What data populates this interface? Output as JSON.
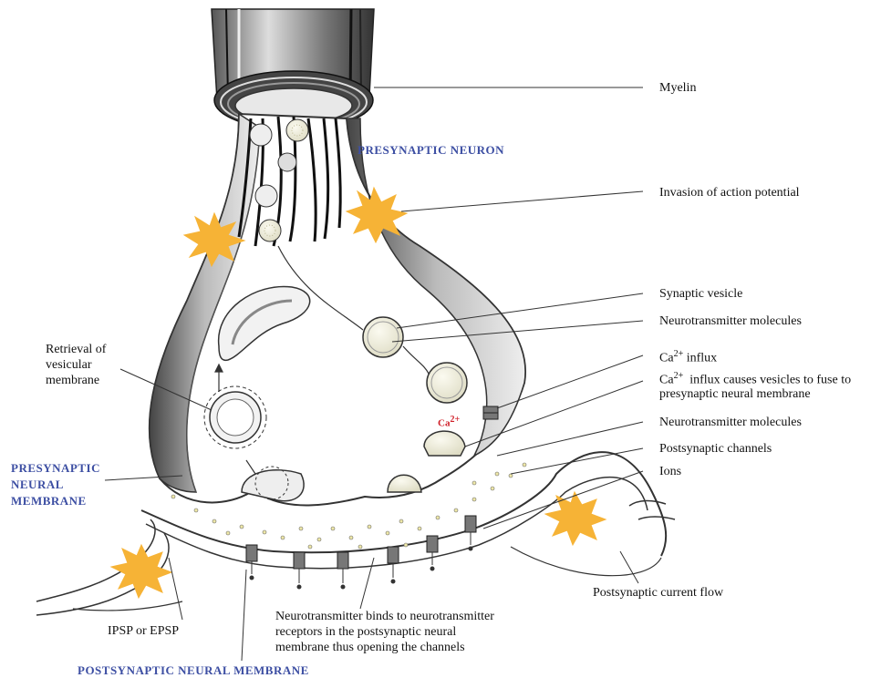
{
  "labels": {
    "myelin": "Myelin",
    "presynaptic_neuron": "PRESYNAPTIC NEURON",
    "invasion": "Invasion of action potential",
    "synaptic_vesicle": "Synaptic vesicle",
    "nt_molecules_1": "Neurotransmitter molecules",
    "ca_influx_sym": "Ca",
    "ca_influx_sup": "2+",
    "ca_influx_text": "influx",
    "ca_fuse_sym": "Ca",
    "ca_fuse_sup": "2+",
    "ca_fuse_line1": "influx causes vesicles to fuse to",
    "ca_fuse_line2": "presynaptic neural membrane",
    "nt_molecules_2": "Neurotransmitter molecules",
    "postsynaptic_channels": "Postsynaptic channels",
    "ions": "Ions",
    "retrieval_line1": "Retrieval of",
    "retrieval_line2": "vesicular",
    "retrieval_line3": "membrane",
    "presyn_membrane_line1": "PRESYNAPTIC",
    "presyn_membrane_line2": "NEURAL",
    "presyn_membrane_line3": "MEMBRANE",
    "ca_inline_sym": "Ca",
    "ca_inline_sup": "2+",
    "postsynaptic_current": "Postsynaptic current flow",
    "nt_binds_line1": "Neurotransmitter binds to neurotransmitter",
    "nt_binds_line2": "receptors in the postsynaptic neural",
    "nt_binds_line3": "membrane thus opening the channels",
    "ipsp_epsp": "IPSP or EPSP",
    "postsyn_membrane": "POSTSYNAPTIC NEURAL MEMBRANE"
  },
  "colors": {
    "label_blue": "#3d4fa3",
    "calcium_red": "#d0202a",
    "starburst": "#f6b336",
    "membrane_gray": "#8c8c8c",
    "vesicle_fill": "#f4f2dc"
  }
}
